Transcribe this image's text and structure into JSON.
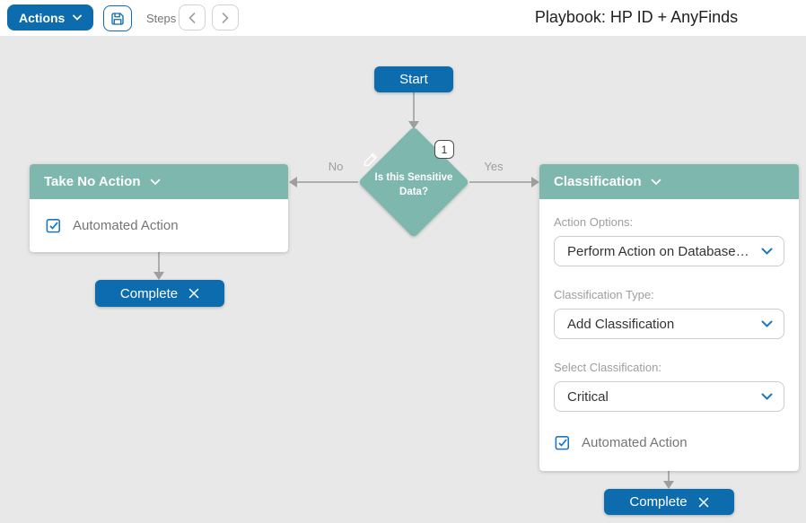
{
  "toolbar": {
    "actions_label": "Actions",
    "steps_label": "Steps",
    "title": "Playbook: HP ID + AnyFinds"
  },
  "colors": {
    "primary_blue": "#0d6cad",
    "teal": "#7db7ae",
    "canvas_bg": "#e8e8e8",
    "arrow_gray": "#a6a6a6",
    "dropdown_chevron_blue": "#1b77c2"
  },
  "flow": {
    "start_label": "Start",
    "decision": {
      "badge": "1",
      "question": "Is this Sensitive Data?",
      "no_label": "No",
      "yes_label": "Yes"
    },
    "no_branch": {
      "title": "Take No Action",
      "checkbox_label": "Automated Action",
      "checkbox_checked": true,
      "complete_label": "Complete"
    },
    "yes_branch": {
      "title": "Classification",
      "fields": [
        {
          "label": "Action Options:",
          "value": "Perform Action on Database…"
        },
        {
          "label": "Classification Type:",
          "value": "Add Classification"
        },
        {
          "label": "Select Classification:",
          "value": "Critical"
        }
      ],
      "checkbox_label": "Automated Action",
      "checkbox_checked": true,
      "complete_label": "Complete"
    }
  }
}
